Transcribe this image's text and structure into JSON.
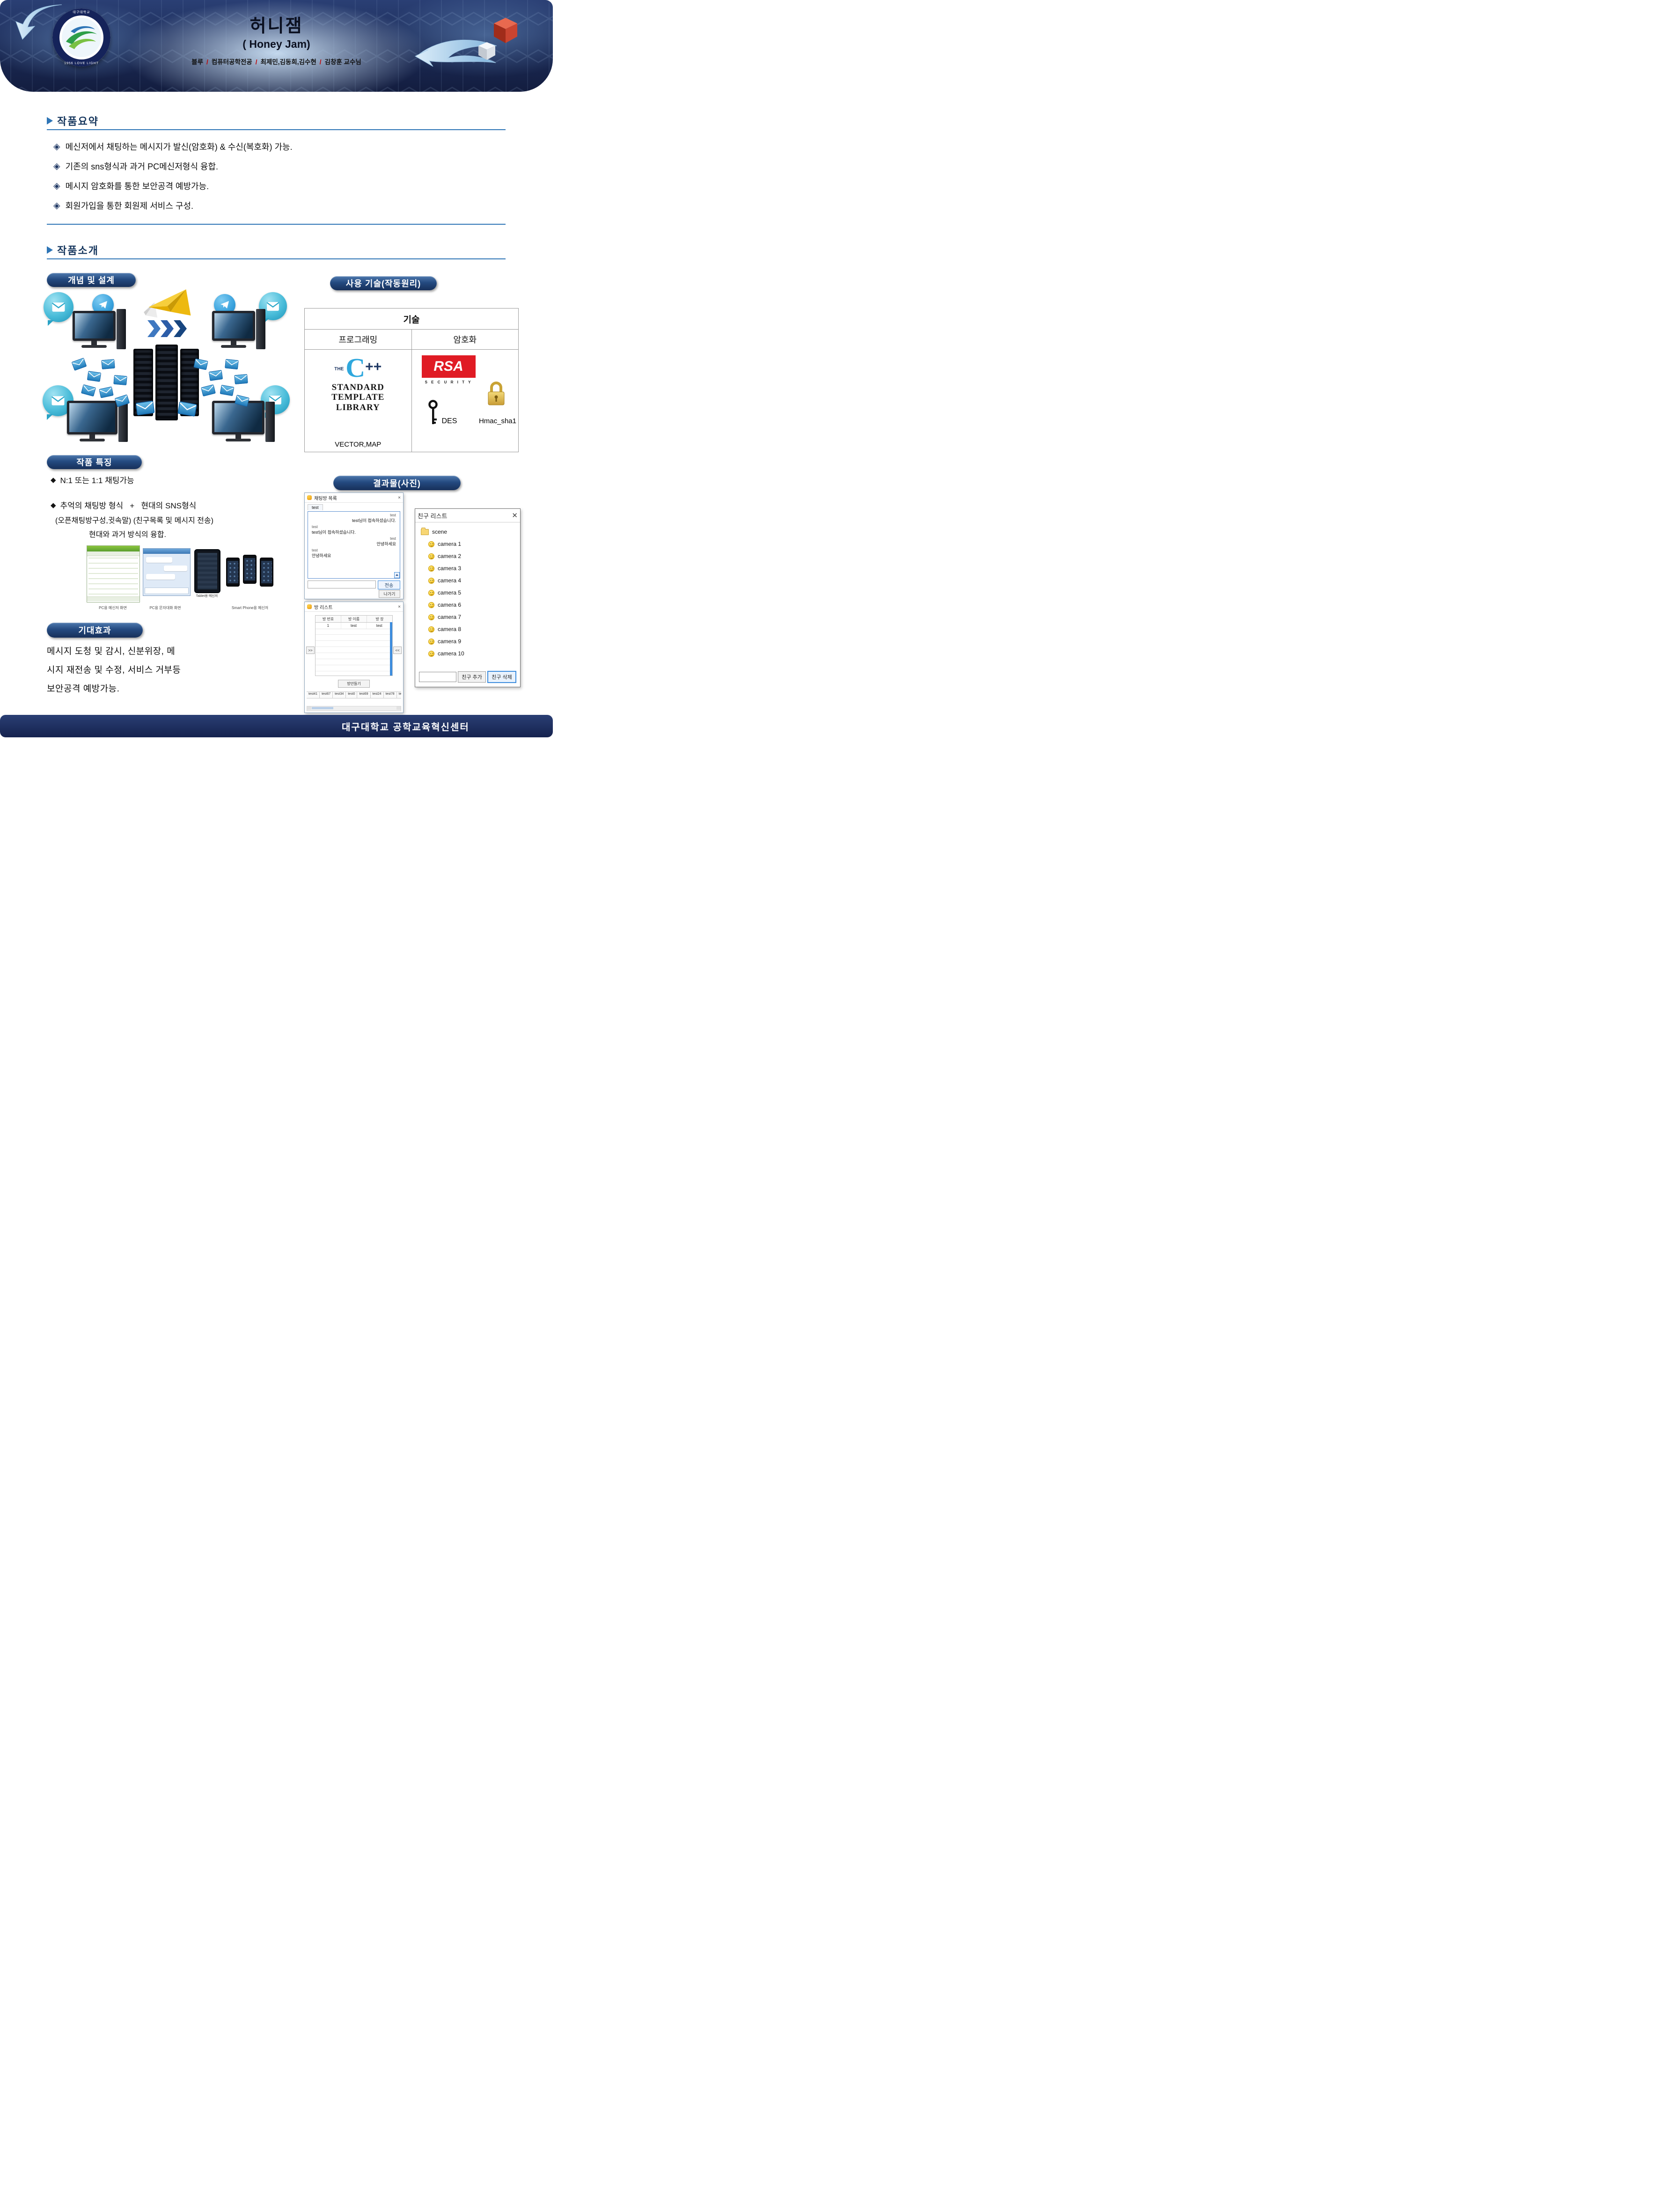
{
  "colors": {
    "header_navy": "#1b2a55",
    "accent_blue": "#2e75b6",
    "slash_red": "#c00000",
    "rsa_red": "#e01b24",
    "bubble_teal": "#49bcd9",
    "telegram_blue": "#39a2dd",
    "lock_gold": "#d9b44a"
  },
  "header": {
    "title": "허니잼",
    "subtitle": "( Honey Jam)",
    "authors": [
      "블루",
      "컴퓨터공학전공",
      "최제민,김동희,김수현",
      "김창훈 교수님"
    ],
    "separator": "/",
    "logo_top": "대구대학교",
    "logo_bottom": "1956 LOVE LIGHT"
  },
  "summary": {
    "heading": "작품요약",
    "bullet": "◈",
    "items": [
      "메신저에서 채팅하는 메시지가 발신(암호화) & 수신(복호화) 가능.",
      "기존의 sns형식과 과거 PC메신저형식 융합.",
      "메시지 암호화를 통한 보안공격 예방가능.",
      "회원가입을 통한 회원제 서비스 구성."
    ]
  },
  "intro": {
    "heading": "작품소개",
    "badges": {
      "concept": "개념 및 설계",
      "tech": "사용 기술(작동원리)",
      "features": "작품 특징",
      "results": "결과물(사진)",
      "expect": "기대효과"
    }
  },
  "tech_table": {
    "header": "기술",
    "columns": [
      "프로그래밍",
      "암호화"
    ],
    "cpp": {
      "the": "THE",
      "c": "C",
      "pp": "++",
      "line1": "STANDARD",
      "line2": "TEMPLATE",
      "line3": "LIBRARY",
      "caption": "VECTOR,MAP"
    },
    "rsa": {
      "name": "RSA",
      "sub": "S E C U R I T Y"
    },
    "des_label": "DES",
    "hmac_label": "Hmac_sha1"
  },
  "features": {
    "bullet": "◆",
    "item1": "N:1 또는 1:1 채팅가능",
    "item2_line1": "추억의 채팅방 형식   +   현대의 SNS형식",
    "item2_line2": "(오픈채팅방구성,귓속말) (친구목록 및 메시지 전송)",
    "item2_line3": "현대와 과거 방식의 융합.",
    "caption1": "PC용 메신저 화면",
    "caption2": "PC용 문자대화 화면",
    "caption3": "Smart Phone용 메신저",
    "tablet_caption": "Tablet용 메신저"
  },
  "chat_window": {
    "title": "채팅방 목록",
    "close": "×",
    "tab": "test",
    "messages": [
      {
        "name": "test",
        "text": "test님이 접속하셨습니다."
      },
      {
        "name": "test",
        "text": "test님이 접속하셨습니다."
      },
      {
        "name": "test",
        "text": "안녕하세요"
      },
      {
        "name": "test",
        "text": "안녕하세요"
      }
    ],
    "send": "전송",
    "leave": "나가기"
  },
  "room_window": {
    "title": "방 리스트",
    "close": "×",
    "columns": [
      "방 번호",
      "방 이름",
      "방 장"
    ],
    "row": {
      "no": "1",
      "name": "test",
      "owner": "test"
    },
    "left_btn": ">>",
    "right_btn": "<<",
    "make": "방만들기",
    "tabs": [
      "test41",
      "test67",
      "test34",
      "test0",
      "test69",
      "test24",
      "test78",
      "test58",
      "test"
    ]
  },
  "friend_window": {
    "title": "친구 리스트",
    "close": "✕",
    "root": "scene",
    "items": [
      "camera 1",
      "camera 2",
      "camera 3",
      "camera 4",
      "camera 5",
      "camera 6",
      "camera 7",
      "camera 8",
      "camera 9",
      "camera 10"
    ],
    "add": "친구 추가",
    "remove": "친구 삭제"
  },
  "expect": {
    "lines": [
      "메시지 도청 및 감시, 신분위장, 메",
      "시지 재전송 및 수정, 서비스 거부등",
      "보안공격 예방가능."
    ]
  },
  "footer": {
    "text": "대구대학교 공학교육혁신센터"
  }
}
